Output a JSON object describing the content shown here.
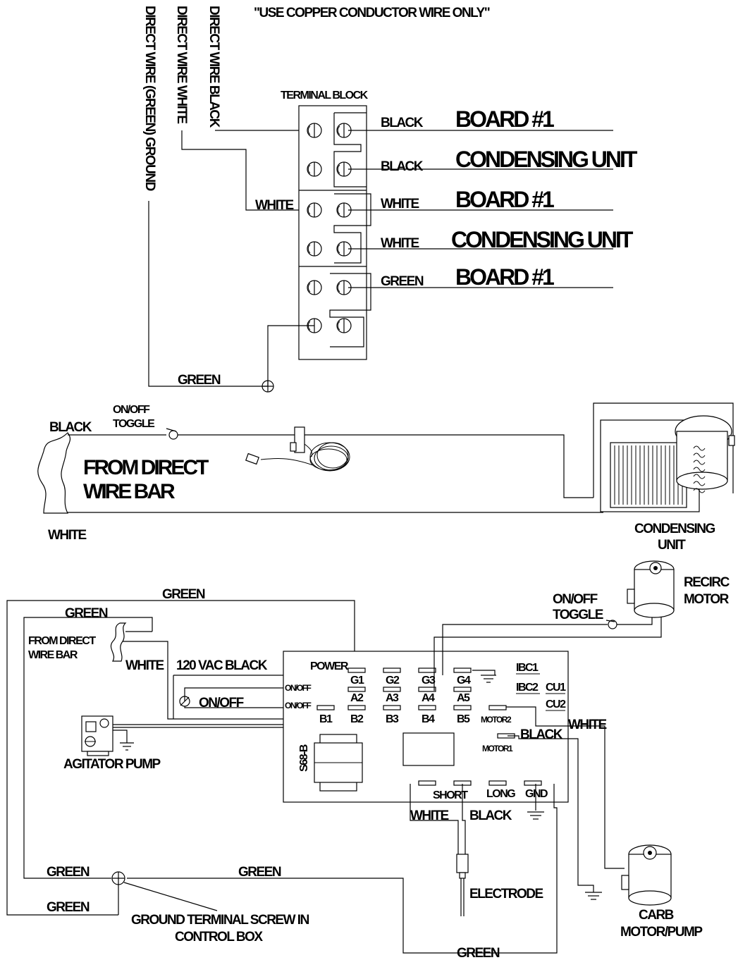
{
  "notice": "\"USE COPPER CONDUCTOR WIRE ONLY\"",
  "top_wires": {
    "ground": "DIRECT WIRE (GREEN) GROUND",
    "white": "DIRECT WIRE WHITE",
    "black": "DIRECT WIRE BLACK"
  },
  "terminal_block": {
    "title": "TERMINAL BLOCK",
    "left_label": "WHITE",
    "rows": [
      {
        "wire": "BLACK",
        "dest": "BOARD #1"
      },
      {
        "wire": "BLACK",
        "dest": "CONDENSING UNIT"
      },
      {
        "wire": "WHITE",
        "dest": "BOARD #1"
      },
      {
        "wire": "WHITE",
        "dest": "CONDENSING UNIT"
      },
      {
        "wire": "GREEN",
        "dest": "BOARD #1"
      }
    ],
    "ground_label": "GREEN"
  },
  "middle": {
    "black": "BLACK",
    "toggle_line1": "ON/OFF",
    "toggle_line2": "TOGGLE",
    "from_line1": "FROM DIRECT",
    "from_line2": "WIRE BAR",
    "white": "WHITE",
    "condensing_line1": "CONDENSING",
    "condensing_line2": "UNIT"
  },
  "bottom": {
    "green_top": "GREEN",
    "green_second": "GREEN",
    "from_line1": "FROM DIRECT",
    "from_line2": "WIRE BAR",
    "white": "WHITE",
    "vac_black": "120 VAC  BLACK",
    "onoff_switch": "ON/OFF",
    "agitator": "AGITATOR PUMP",
    "toggle_line1": "ON/OFF",
    "toggle_line2": "TOGGLE",
    "recirc_line1": "RECIRC",
    "recirc_line2": "MOTOR",
    "white_right": "WHITE",
    "black_right": "BLACK",
    "board": {
      "model": "S68-B",
      "power": "POWER",
      "g": [
        "G1",
        "G2",
        "G3",
        "G4"
      ],
      "a": [
        "A2",
        "A3",
        "A4",
        "A5"
      ],
      "b": [
        "B1",
        "B2",
        "B3",
        "B4",
        "B5"
      ],
      "onoff1": "ON/OFF",
      "onoff2": "ON/OFF",
      "ibc1": "IBC1",
      "ibc2": "IBC2",
      "cu1": "CU1",
      "cu2": "CU2",
      "motor2": "MOTOR2",
      "motor1": "MOTOR1",
      "short": "SHORT",
      "long": "LONG",
      "gnd": "GND"
    },
    "probe_white": "WHITE",
    "probe_black": "BLACK",
    "electrode": "ELECTRODE",
    "green_left1": "GREEN",
    "green_mid": "GREEN",
    "green_left2": "GREEN",
    "ground_screw_line1": "GROUND TERMINAL SCREW IN",
    "ground_screw_line2": "CONTROL BOX",
    "carb_line1": "CARB",
    "carb_line2": "MOTOR/PUMP",
    "green_bottom": "GREEN"
  }
}
